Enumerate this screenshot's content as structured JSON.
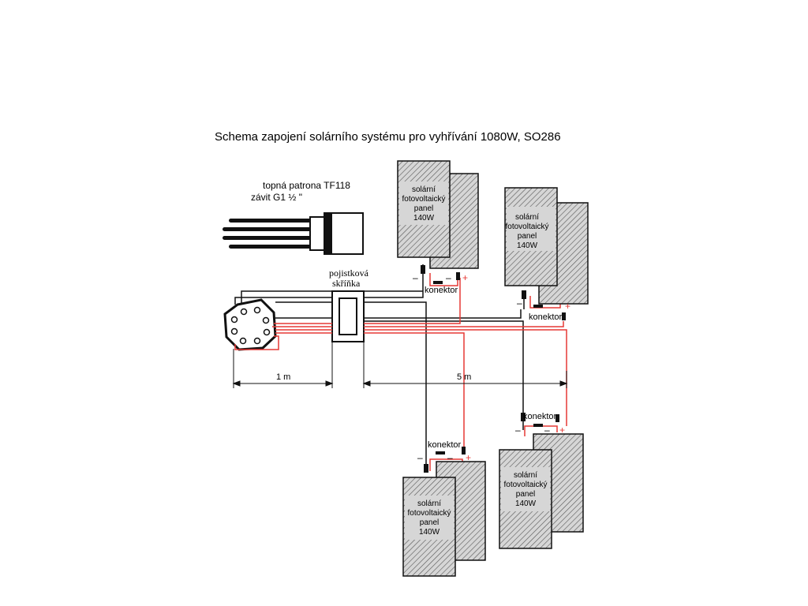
{
  "title": "Schema zapojení solárního systému pro vyhřívání 1080W, SO286",
  "heater": {
    "line1": "topná patrona TF118",
    "line2": "závit G1 ½ \""
  },
  "fusebox": {
    "line1": "pojistková",
    "line2": "skříňka"
  },
  "panel": {
    "line1": "solární",
    "line2": "fotovoltaický",
    "line3": "panel",
    "line4": "140W"
  },
  "connector": "konektor",
  "minus": "–",
  "plus": "+",
  "dim_short": "1 m",
  "dim_long": "5 m",
  "colors": {
    "positive_wire": "#e53935",
    "negative_wire": "#111111",
    "panel_fill": "#cfcfcf"
  }
}
